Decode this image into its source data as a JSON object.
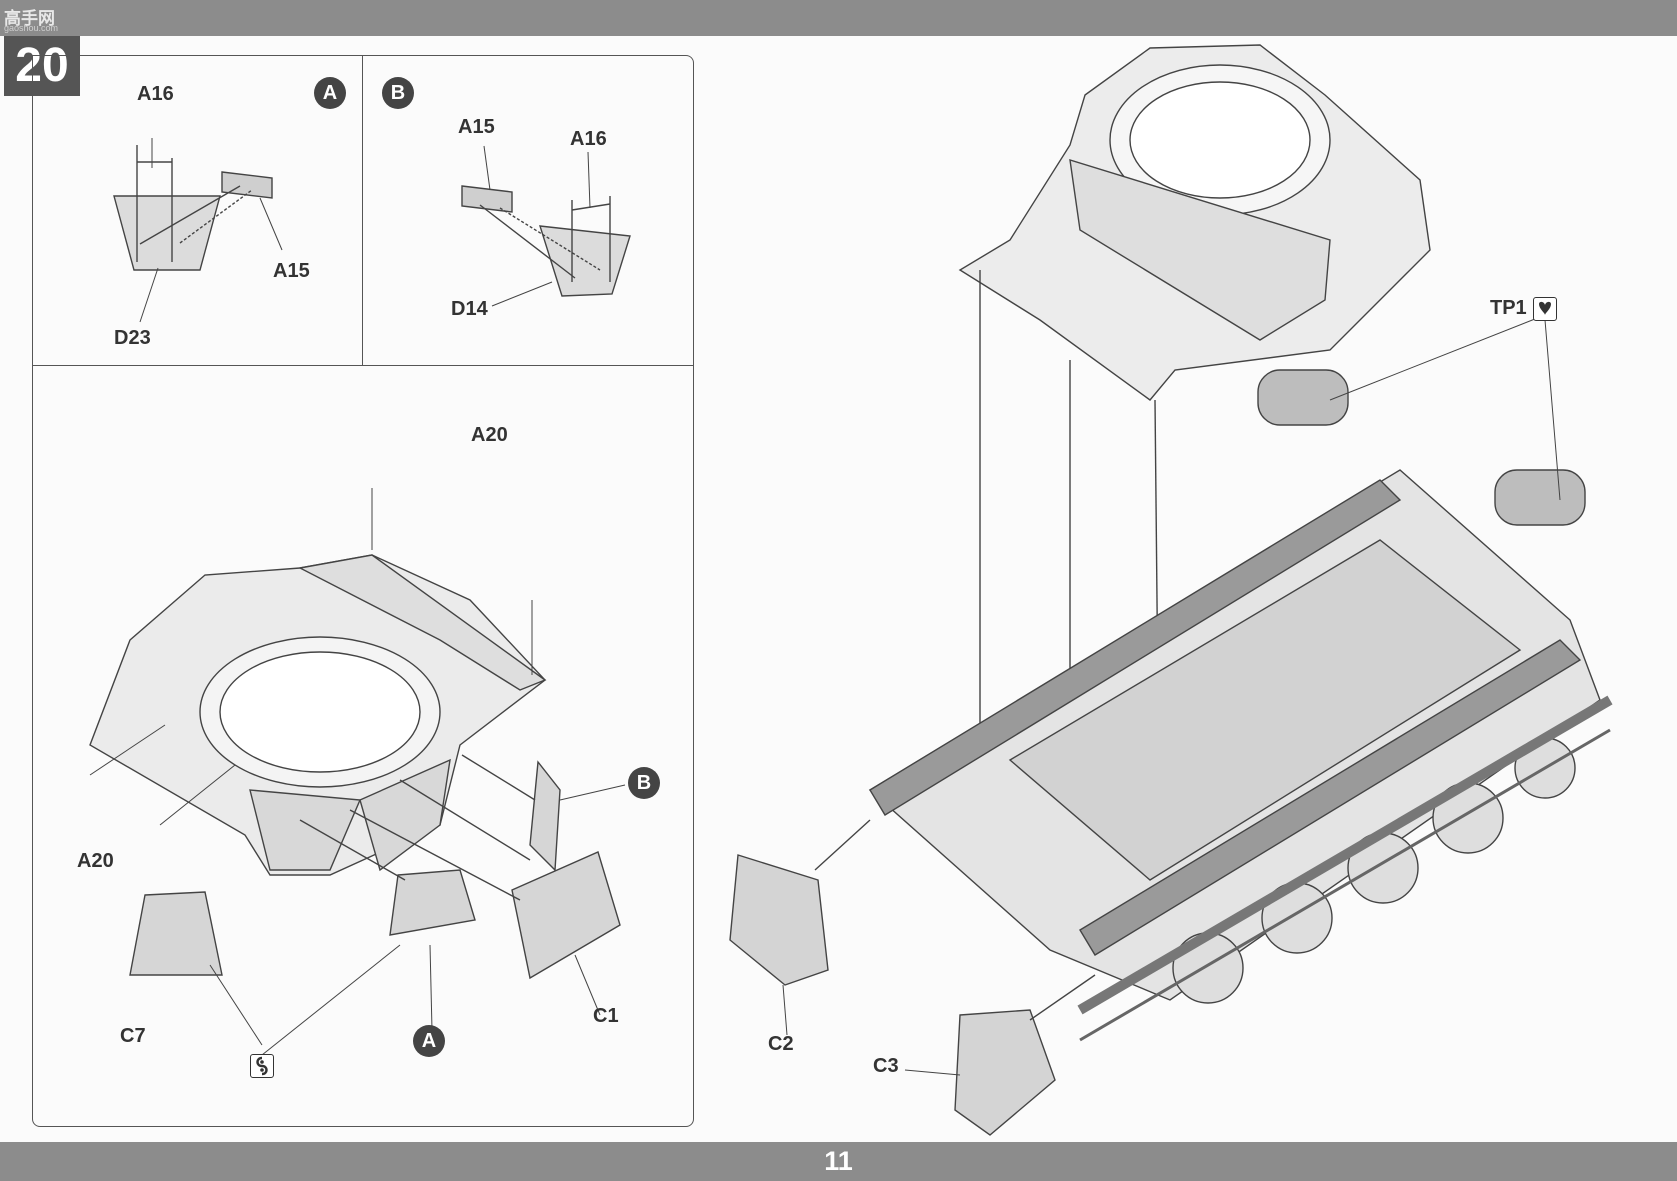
{
  "header": {
    "logo_text": "高手网",
    "logo_sub": "gaoshou.com",
    "step_number": "20"
  },
  "inset_a": {
    "marker": "A",
    "labels": {
      "a16": "A16",
      "a15": "A15",
      "d23": "D23"
    }
  },
  "inset_b": {
    "marker": "B",
    "labels": {
      "a15": "A15",
      "a16": "A16",
      "d14": "D14"
    }
  },
  "turret_panel": {
    "labels": {
      "a20_top": "A20",
      "a20_left": "A20",
      "c7": "C7",
      "c1": "C1"
    },
    "ref_b": "B",
    "ref_a": "A"
  },
  "hull": {
    "labels": {
      "tp1": "TP1",
      "c2": "C2",
      "c3": "C3"
    }
  },
  "footer": {
    "page_number": "11"
  }
}
